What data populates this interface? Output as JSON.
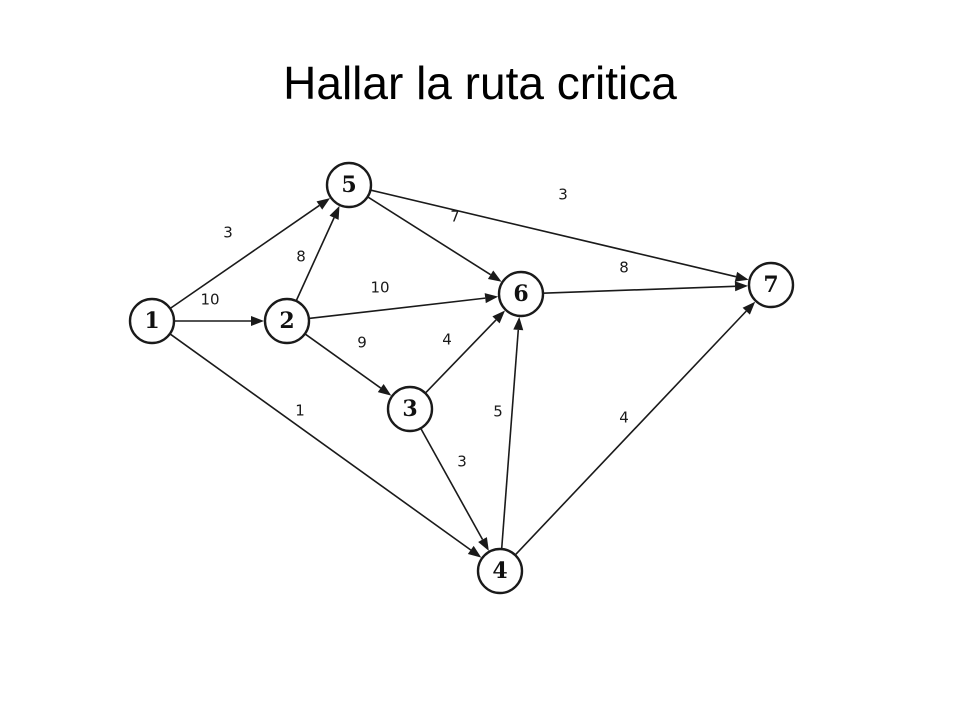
{
  "title": "Hallar la ruta critica",
  "colors": {
    "ink": "#1a1a1a",
    "background": "#ffffff"
  },
  "nodes": [
    {
      "id": "1",
      "label": "1"
    },
    {
      "id": "2",
      "label": "2"
    },
    {
      "id": "3",
      "label": "3"
    },
    {
      "id": "4",
      "label": "4"
    },
    {
      "id": "5",
      "label": "5"
    },
    {
      "id": "6",
      "label": "6"
    },
    {
      "id": "7",
      "label": "7"
    }
  ],
  "edges": [
    {
      "from": "1",
      "to": "5",
      "weight": "3"
    },
    {
      "from": "1",
      "to": "2",
      "weight": "10"
    },
    {
      "from": "1",
      "to": "4",
      "weight": "1"
    },
    {
      "from": "2",
      "to": "5",
      "weight": "8"
    },
    {
      "from": "2",
      "to": "6",
      "weight": "10"
    },
    {
      "from": "2",
      "to": "3",
      "weight": "9"
    },
    {
      "from": "5",
      "to": "6",
      "weight": "7"
    },
    {
      "from": "5",
      "to": "7",
      "weight": "3"
    },
    {
      "from": "3",
      "to": "6",
      "weight": "4"
    },
    {
      "from": "3",
      "to": "4",
      "weight": "3"
    },
    {
      "from": "4",
      "to": "6",
      "weight": "5"
    },
    {
      "from": "4",
      "to": "7",
      "weight": "4"
    },
    {
      "from": "6",
      "to": "7",
      "weight": "8"
    }
  ]
}
